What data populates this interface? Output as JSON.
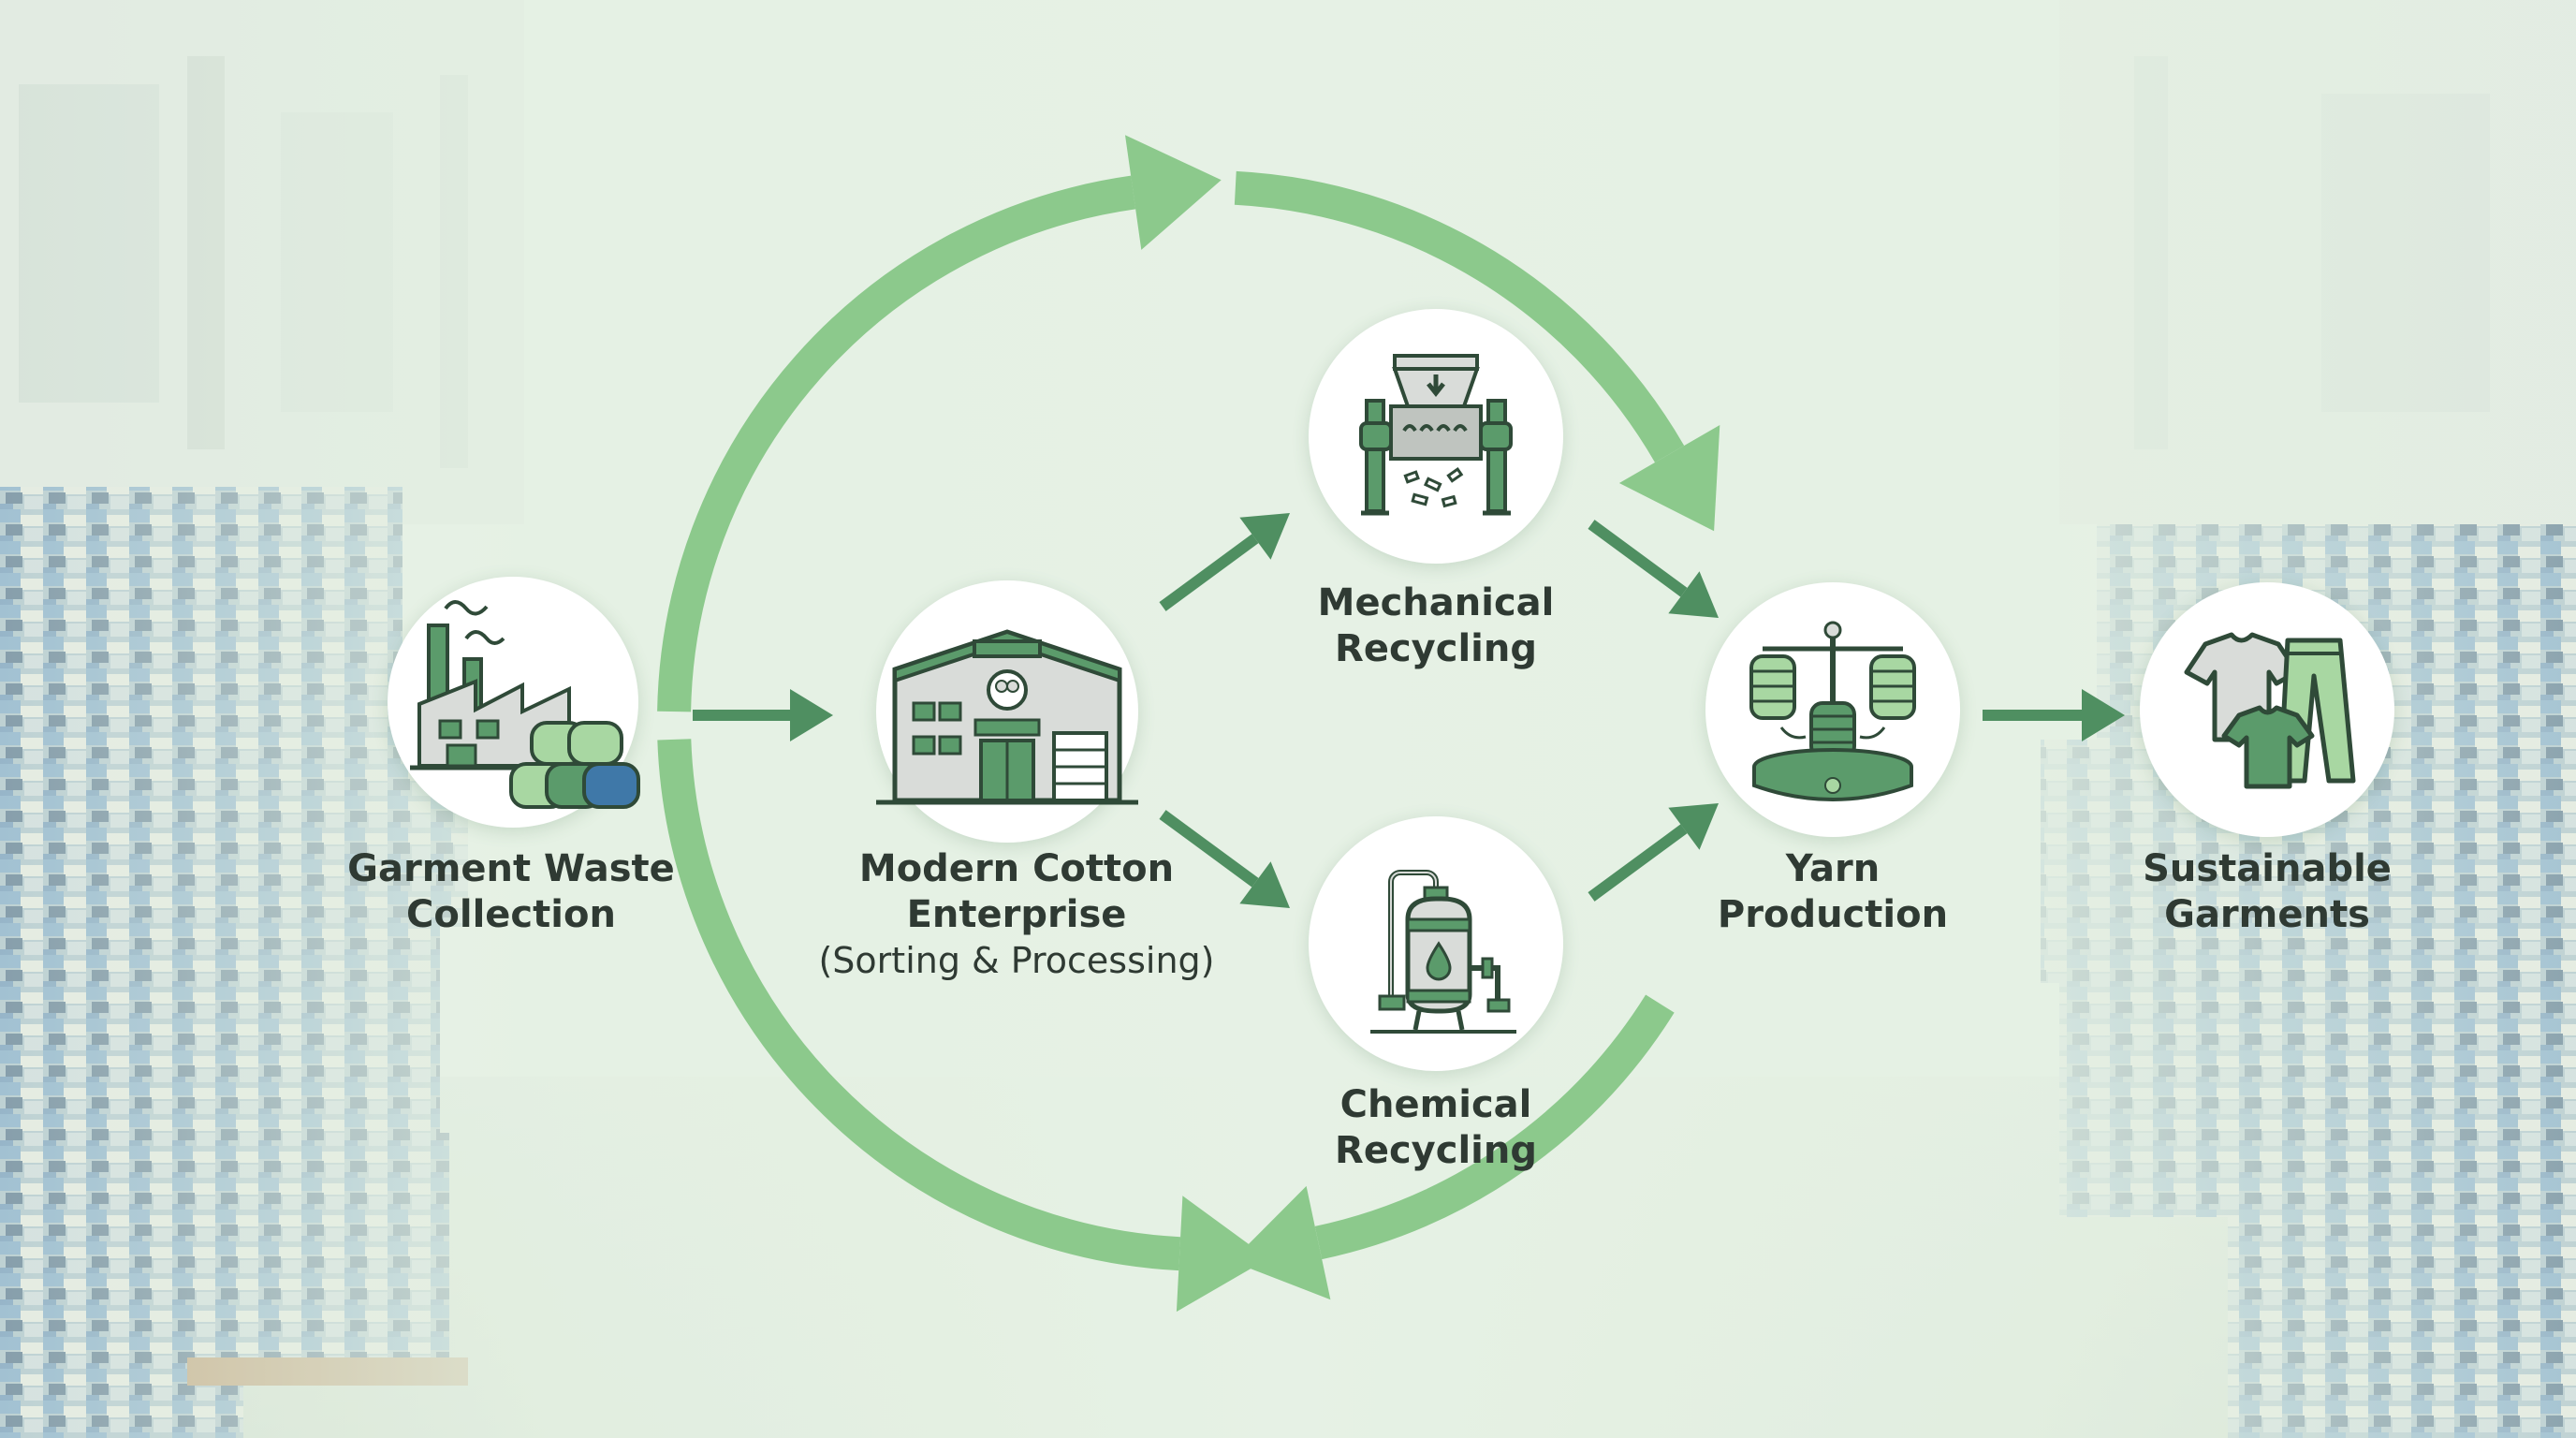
{
  "colors": {
    "ring_arrow": "#8cc98c",
    "flow_arrow": "#4f8f61",
    "icon_green": "#5b9b6b",
    "icon_dark": "#2f4a38",
    "icon_grey": "#d9dcd9",
    "icon_light_green": "#a8d7a2",
    "icon_blue": "#3f78a8",
    "text": "#2f3a33"
  },
  "nodes": {
    "garment_waste": {
      "line1": "Garment Waste",
      "line2": "Collection",
      "icon": "factory-with-bales-icon"
    },
    "cotton_enterprise": {
      "line1": "Modern Cotton",
      "line2": "Enterprise",
      "line3": "(Sorting & Processing)",
      "icon": "warehouse-with-cotton-icon"
    },
    "mechanical": {
      "line1": "Mechanical",
      "line2": "Recycling",
      "icon": "shredder-icon"
    },
    "chemical": {
      "line1": "Chemical",
      "line2": "Recycling",
      "icon": "chemical-tank-icon"
    },
    "yarn": {
      "line1": "Yarn",
      "line2": "Production",
      "icon": "spinning-machine-icon"
    },
    "garments": {
      "line1": "Sustainable",
      "line2": "Garments",
      "icon": "clothing-icon"
    }
  }
}
